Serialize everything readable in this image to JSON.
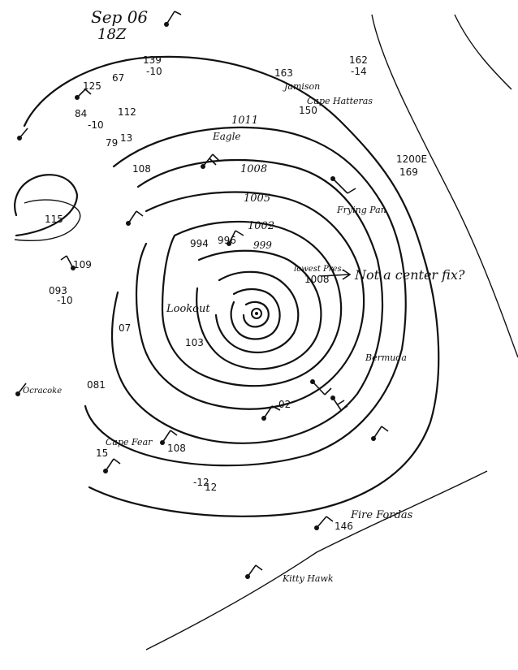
{
  "header": {
    "date": "Sep 06",
    "time": "18Z"
  },
  "isobars": [
    {
      "label": "1011"
    },
    {
      "label": "1008"
    },
    {
      "label": "1005"
    },
    {
      "label": "1002"
    },
    {
      "label": "999"
    }
  ],
  "annotations": {
    "center_fix": "Not a center fix?",
    "lowest_pressure": "lowest Pres.",
    "station_names": [
      "Jamison",
      "Cape Hatteras",
      "Eagle",
      "Lookout",
      "Frying Pan",
      "Cape Fear",
      "Bermuda",
      "Kitty Hawk",
      "Fire Fordas",
      "Ocracoke"
    ]
  },
  "observations": [
    {
      "text": "139"
    },
    {
      "text": "-10"
    },
    {
      "text": "125"
    },
    {
      "text": "67"
    },
    {
      "text": "112"
    },
    {
      "text": "84"
    },
    {
      "text": "-10"
    },
    {
      "text": "79"
    },
    {
      "text": "163"
    },
    {
      "text": "150"
    },
    {
      "text": "162"
    },
    {
      "text": "-14"
    },
    {
      "text": "108"
    },
    {
      "text": "115"
    },
    {
      "text": "109"
    },
    {
      "text": "093"
    },
    {
      "text": "-10"
    },
    {
      "text": "07"
    },
    {
      "text": "103"
    },
    {
      "text": "081"
    },
    {
      "text": "02"
    },
    {
      "text": "108"
    },
    {
      "text": "-12"
    },
    {
      "text": "12"
    },
    {
      "text": "146"
    },
    {
      "text": "169"
    },
    {
      "text": "1200E"
    },
    {
      "text": "1008"
    },
    {
      "text": "994"
    },
    {
      "text": "996"
    },
    {
      "text": "13"
    },
    {
      "text": "15"
    }
  ],
  "icons": {
    "center": "storm-center-icon",
    "barb": "wind-barb-icon"
  }
}
